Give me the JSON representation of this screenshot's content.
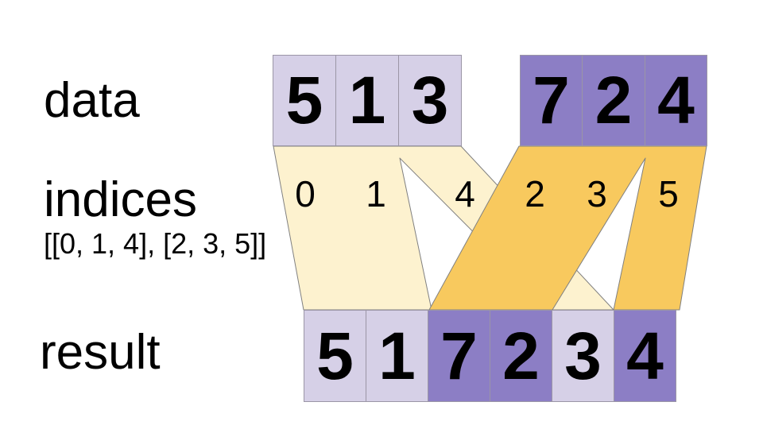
{
  "labels": {
    "data": "data",
    "indices": "indices",
    "indices_literal": "[[0, 1, 4], [2, 3, 5]]",
    "result": "result"
  },
  "colors": {
    "background": "#ffffff",
    "cell_light": "#d6d0e7",
    "cell_dark": "#8c7ec5",
    "band_light": "#fdf2cf",
    "band_dark": "#f8c95e",
    "cell_border": "#9b96a6",
    "band_border": "#808080",
    "text": "#000000"
  },
  "diagram": {
    "operation": "gather",
    "data_group_1": {
      "values": [
        "5",
        "1",
        "3"
      ],
      "shade": "light"
    },
    "data_group_2": {
      "values": [
        "7",
        "2",
        "4"
      ],
      "shade": "dark"
    },
    "indices_flat": {
      "values": [
        "0",
        "1",
        "4",
        "2",
        "3",
        "5"
      ]
    },
    "result_row": {
      "cells": [
        {
          "value": "5",
          "shade": "light"
        },
        {
          "value": "1",
          "shade": "light"
        },
        {
          "value": "7",
          "shade": "dark"
        },
        {
          "value": "2",
          "shade": "dark"
        },
        {
          "value": "3",
          "shade": "light"
        },
        {
          "value": "4",
          "shade": "dark"
        }
      ]
    }
  }
}
